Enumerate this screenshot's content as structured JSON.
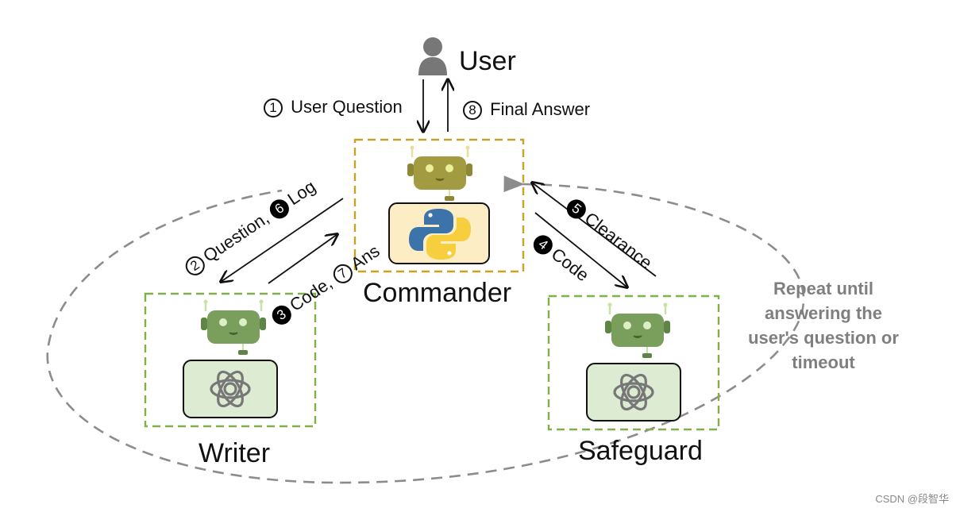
{
  "nodes": {
    "user": "User",
    "commander": "Commander",
    "writer": "Writer",
    "safeguard": "Safeguard"
  },
  "steps": {
    "s1": {
      "num": "1",
      "text": "User Question"
    },
    "s8": {
      "num": "8",
      "text": "Final Answer"
    },
    "s2": {
      "num": "2",
      "text": "Question,"
    },
    "s6": {
      "num": "6",
      "text": "Log"
    },
    "s7": {
      "num": "7",
      "text": "Ans"
    },
    "s3": {
      "num": "3",
      "text": "Code,"
    },
    "s5": {
      "num": "5",
      "text": "Clearance"
    },
    "s4": {
      "num": "4",
      "text": "Code"
    }
  },
  "loop_note": [
    "Repeat until",
    "answering the",
    "user's question or",
    "timeout"
  ],
  "watermark": "CSDN @段智华",
  "colors": {
    "commander_border": "#c9a227",
    "agent_border": "#7fb04a",
    "loop_line": "#8c8c8c",
    "robot_commander": "#a39b42",
    "robot_agent": "#7a9e5c",
    "python_bg": "#fdedc4"
  }
}
